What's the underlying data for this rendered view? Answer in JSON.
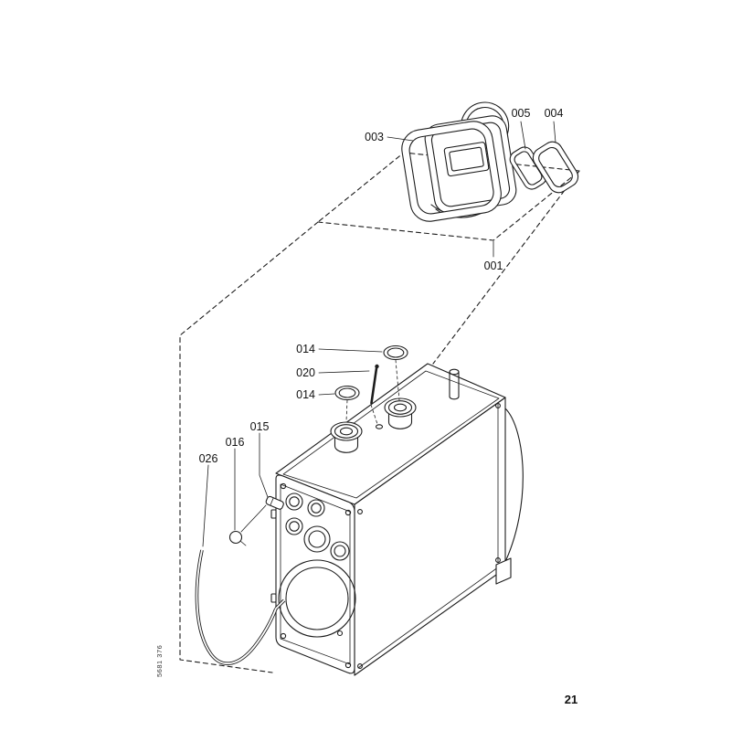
{
  "diagram": {
    "callouts": {
      "c003": "003",
      "c005": "005",
      "c004": "004",
      "c001": "001",
      "c014_top": "014",
      "c020": "020",
      "c014_front": "014",
      "c015": "015",
      "c016": "016",
      "c026": "026"
    }
  },
  "footer": {
    "page_number": "21",
    "doc_code": "5681 376"
  },
  "colors": {
    "line": "#1c1c1c",
    "background": "#ffffff"
  }
}
